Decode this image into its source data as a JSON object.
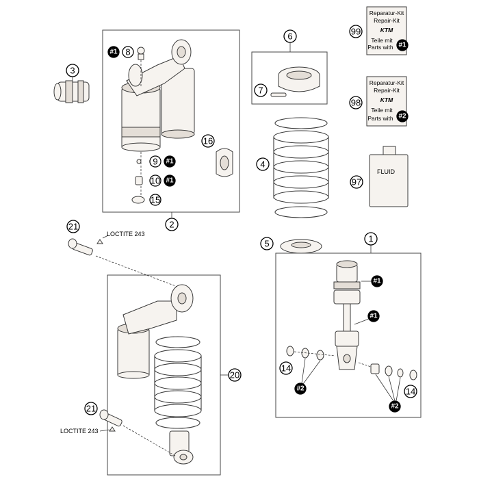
{
  "diagram": {
    "callouts": [
      "1",
      "2",
      "3",
      "4",
      "5",
      "6",
      "7",
      "8",
      "14",
      "15",
      "16",
      "20",
      "21",
      "97",
      "98",
      "99"
    ],
    "refs": [
      "#1",
      "#2"
    ],
    "callout_rows": {
      "c8": {
        "ref": "#1",
        "num": "8"
      },
      "c9": {
        "num": "9",
        "ref": "#1"
      },
      "c10": {
        "num": "10",
        "ref": "#1"
      }
    },
    "loctite_label": "LOCTITE 243",
    "kit_99": {
      "line1": "Reparatur-Kit",
      "line2": "Repair-Kit",
      "line3": "Teile mit",
      "line4": "Parts with",
      "ref": "#1",
      "number": "99"
    },
    "kit_98": {
      "line1": "Reparatur-Kit",
      "line2": "Repair-Kit",
      "line3": "Teile mit",
      "line4": "Parts with",
      "ref": "#2",
      "number": "98"
    },
    "fluid": {
      "label": "FLUID",
      "number": "97"
    },
    "logo_text": "KTM"
  }
}
